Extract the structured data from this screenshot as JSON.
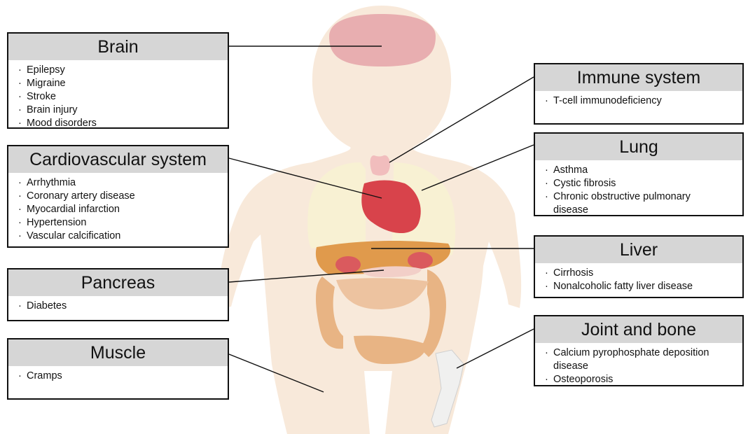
{
  "panels": {
    "brain": {
      "title": "Brain",
      "items": [
        "Epilepsy",
        "Migraine",
        "Stroke",
        "Brain injury",
        "Mood disorders"
      ]
    },
    "cardio": {
      "title": "Cardiovascular system",
      "items": [
        "Arrhythmia",
        "Coronary artery disease",
        "Myocardial infarction",
        "Hypertension",
        "Vascular calcification"
      ]
    },
    "pancreas": {
      "title": "Pancreas",
      "items": [
        "Diabetes"
      ]
    },
    "muscle": {
      "title": "Muscle",
      "items": [
        "Cramps"
      ]
    },
    "immune": {
      "title": "Immune system",
      "items": [
        "T-cell immunodeficiency"
      ]
    },
    "lung": {
      "title": "Lung",
      "items": [
        "Asthma",
        "Cystic fibrosis",
        "Chronic obstructive pulmonary disease"
      ]
    },
    "liver": {
      "title": "Liver",
      "items": [
        "Cirrhosis",
        "Nonalcoholic fatty liver disease"
      ]
    },
    "joint": {
      "title": "Joint and bone",
      "items": [
        "Calcium pyrophosphate deposition disease",
        "Osteoporosis"
      ]
    }
  },
  "colors": {
    "skin": "#f8e9da",
    "brain": "#e8aeb0",
    "lung": "#f8f1d3",
    "heart": "#d8434b",
    "liver": "#e09a4c",
    "intestine": "#e8b484",
    "kidney": "#da5a5e",
    "pancreas": "#f2cfc8",
    "thymus": "#f1bdbd",
    "bone": "#f0f0ef",
    "title_bg": "#d6d6d6"
  }
}
